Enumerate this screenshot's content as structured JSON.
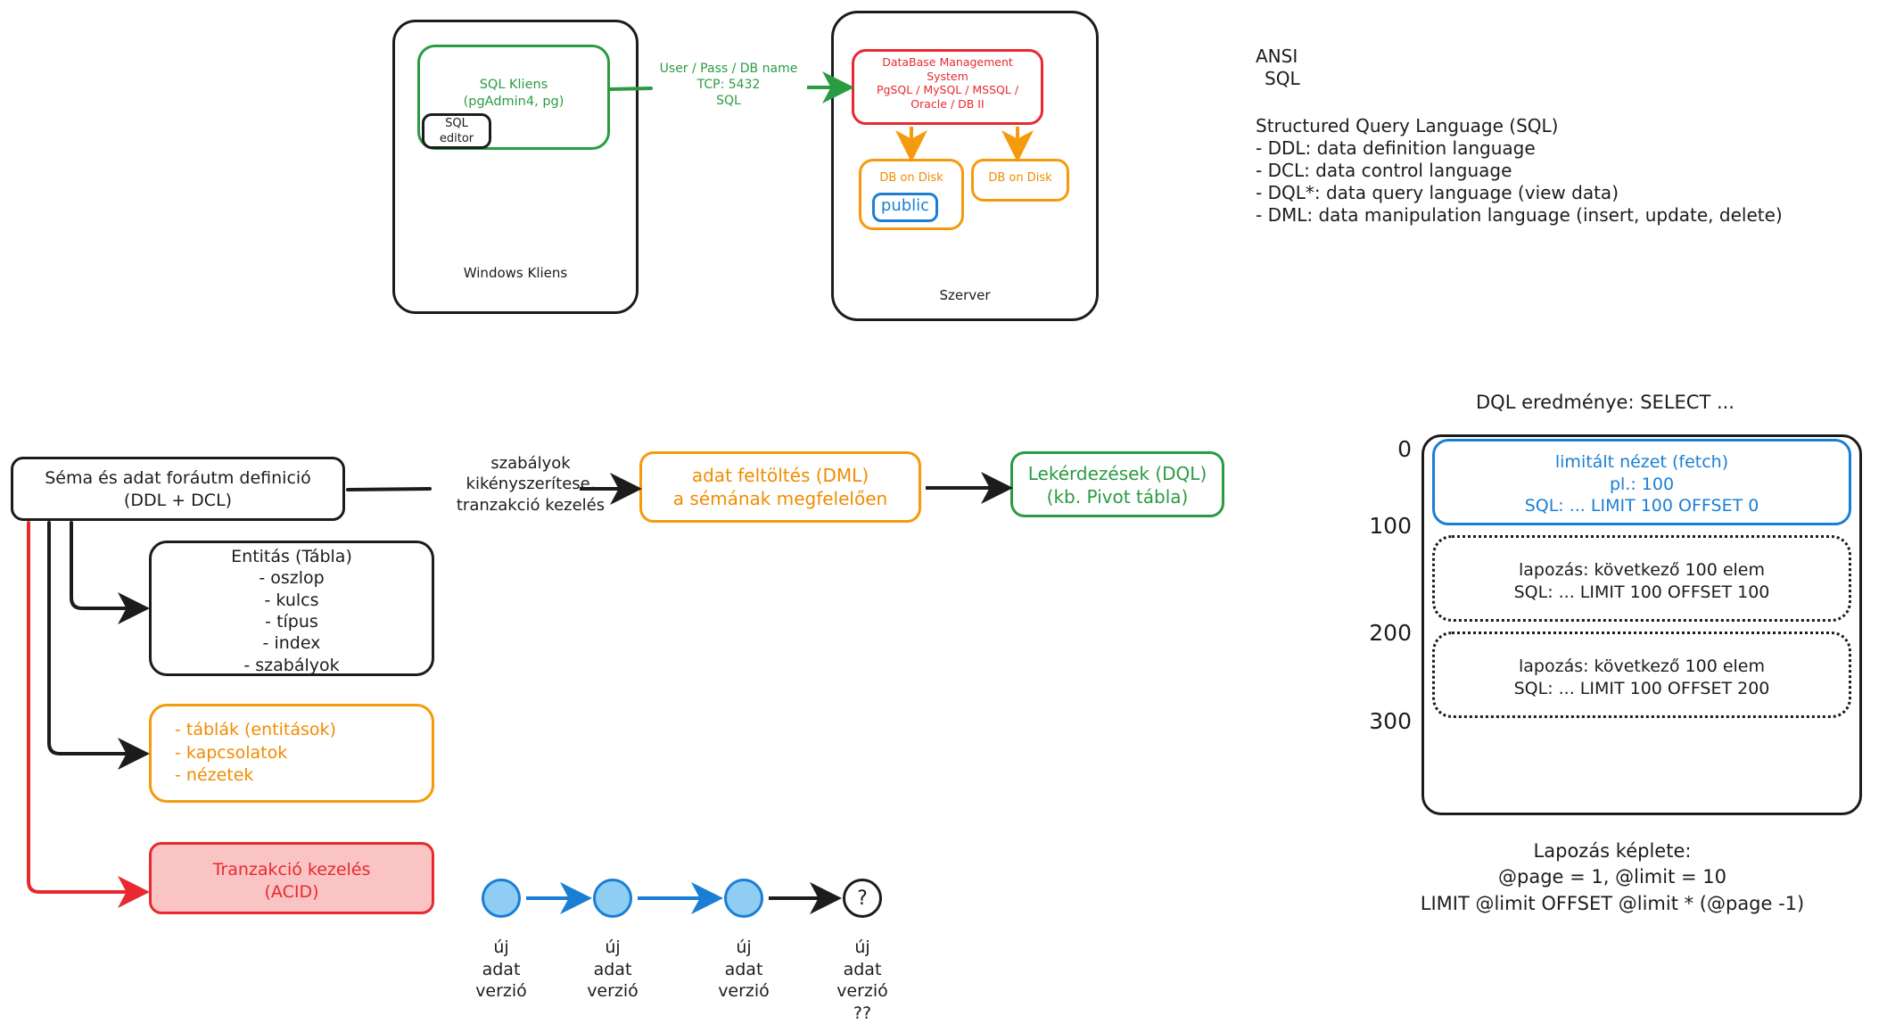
{
  "colors": {
    "black": "#1c1c1c",
    "green": "#2a9b43",
    "red": "#e8292f",
    "orange": "#f08c00",
    "orange_border": "#f59a0b",
    "blue": "#1a7fd4",
    "red_fill": "#fbc4c4",
    "node_fill": "#8fcdf3"
  },
  "architecture": {
    "client_box_label": "Windows Kliens",
    "sql_client_label": "SQL Kliens\n(pgAdmin4, pg)",
    "sql_editor_label": "SQL\neditor",
    "connection_label": "User / Pass / DB name\nTCP: 5432\nSQL",
    "server_box_label": "Szerver",
    "dbms_label": "DataBase Management\nSystem\nPgSQL / MySQL / MSSQL /\nOracle / DB II",
    "db_on_disk_1": "DB on Disk",
    "db_on_disk_2": "DB on Disk",
    "schema_label": "public"
  },
  "ansi_notes": {
    "heading_line1": "ANSI",
    "heading_line2": "SQL",
    "title": "Structured Query Language (SQL)",
    "items": [
      "- DDL: data definition language",
      "- DCL: data control language",
      "- DQL*: data query language (view data)",
      "- DML: data manipulation language (insert, update, delete)"
    ]
  },
  "flow": {
    "ddl_box": "Séma és adat foráutm definició\n(DDL + DCL)",
    "arrow_label": "szabályok\nkikényszerítese,\ntranzakció kezelés",
    "dml_box": "adat feltöltés (DML)\na sémának megfelelően",
    "dql_box": "Lekérdezések (DQL)\n(kb. Pivot tábla)",
    "entity_box": "Entitás (Tábla)\n- oszlop\n- kulcs\n- típus\n- index\n- szabályok",
    "objects_box": "- táblák (entitások)\n- kapcsolatok\n- nézetek",
    "transaction_box": "Tranzakció kezelés\n(ACID)"
  },
  "versions": {
    "nodes": [
      {
        "label": "új\nadat\nverzió"
      },
      {
        "label": "új\nadat\nverzió"
      },
      {
        "label": "új\nadat\nverzió"
      },
      {
        "label": "új\nadat\nverzió\n??",
        "glyph": "?"
      }
    ]
  },
  "pagination": {
    "title": "DQL eredménye: SELECT ...",
    "axis_ticks": [
      "0",
      "100",
      "200",
      "300"
    ],
    "pages": [
      {
        "text": "limitált nézet (fetch)\npl.: 100\nSQL: ... LIMIT 100 OFFSET 0",
        "style": "solid-blue"
      },
      {
        "text": "lapozás: következő 100 elem\nSQL: ... LIMIT 100 OFFSET 100",
        "style": "dotted-black"
      },
      {
        "text": "lapozás: következő 100 elem\nSQL: ... LIMIT 100 OFFSET 200",
        "style": "dotted-black"
      }
    ],
    "formula": "Lapozás képlete:\n@page = 1, @limit = 10\nLIMIT @limit OFFSET @limit * (@page -1)"
  }
}
